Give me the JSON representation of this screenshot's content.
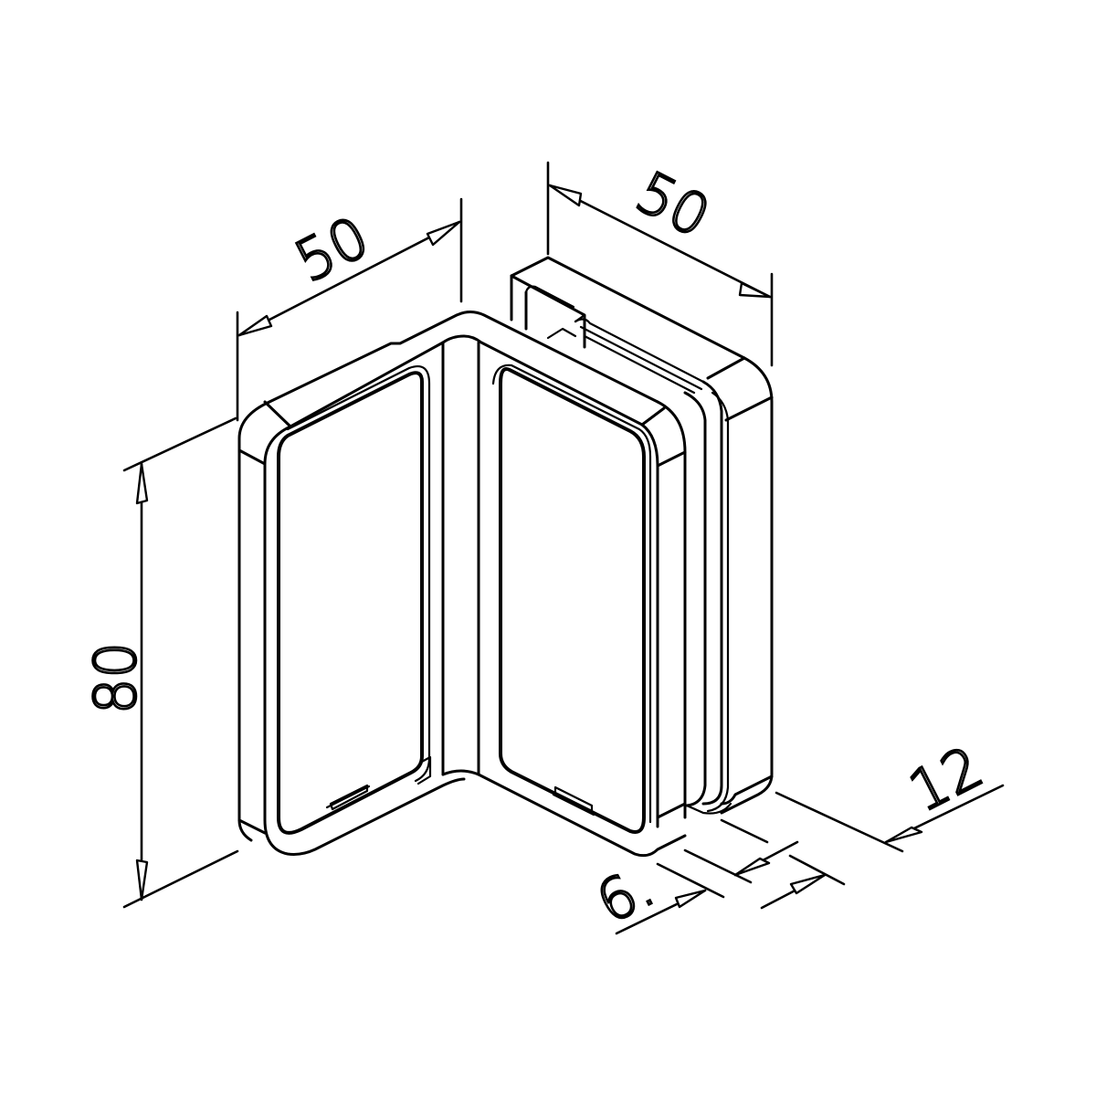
{
  "drawing": {
    "subject": "90-degree glass-to-glass clamp (isometric view)",
    "line_color": "#000000",
    "background_color": "#ffffff"
  },
  "dimensions": {
    "width_left": {
      "label": "50",
      "orientation": "isometric-left"
    },
    "width_right": {
      "label": "50",
      "orientation": "isometric-right"
    },
    "height": {
      "label": "80",
      "orientation": "vertical"
    },
    "depth": {
      "label": "12",
      "orientation": "isometric-right"
    },
    "glass_gap": {
      "label": "6.",
      "orientation": "isometric-right"
    }
  }
}
